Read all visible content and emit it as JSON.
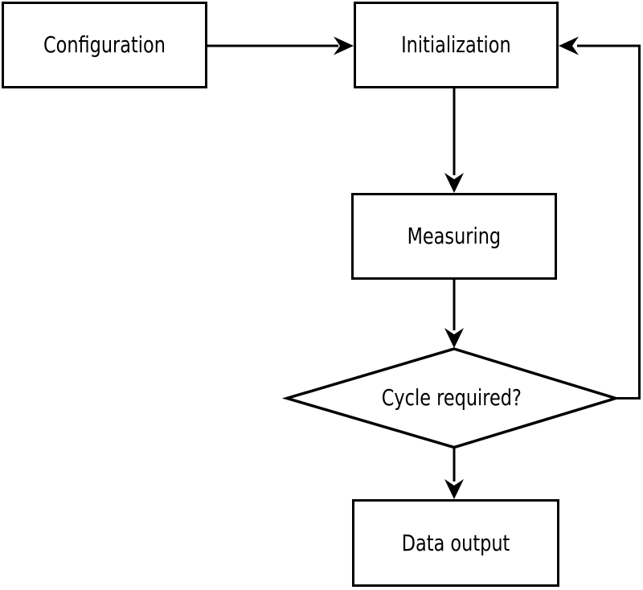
{
  "diagram": {
    "type": "flowchart",
    "colors": {
      "stroke": "#000000",
      "node_fill": "#ffffff"
    },
    "nodes": [
      {
        "id": "configuration",
        "shape": "rectangle",
        "label": "Configuration"
      },
      {
        "id": "initialization",
        "shape": "rectangle",
        "label": "Initialization"
      },
      {
        "id": "measuring",
        "shape": "rectangle",
        "label": "Measuring"
      },
      {
        "id": "cycle-required",
        "shape": "diamond",
        "label": "Cycle required?"
      },
      {
        "id": "data-output",
        "shape": "rectangle",
        "label": "Data output"
      }
    ],
    "edges": [
      {
        "from": "configuration",
        "to": "initialization",
        "style": "arrow"
      },
      {
        "from": "initialization",
        "to": "measuring",
        "style": "arrow"
      },
      {
        "from": "measuring",
        "to": "cycle-required",
        "style": "arrow"
      },
      {
        "from": "cycle-required",
        "to": "data-output",
        "style": "arrow"
      },
      {
        "from": "cycle-required",
        "to": "initialization",
        "style": "arrow",
        "kind": "feedback-loop"
      }
    ]
  }
}
